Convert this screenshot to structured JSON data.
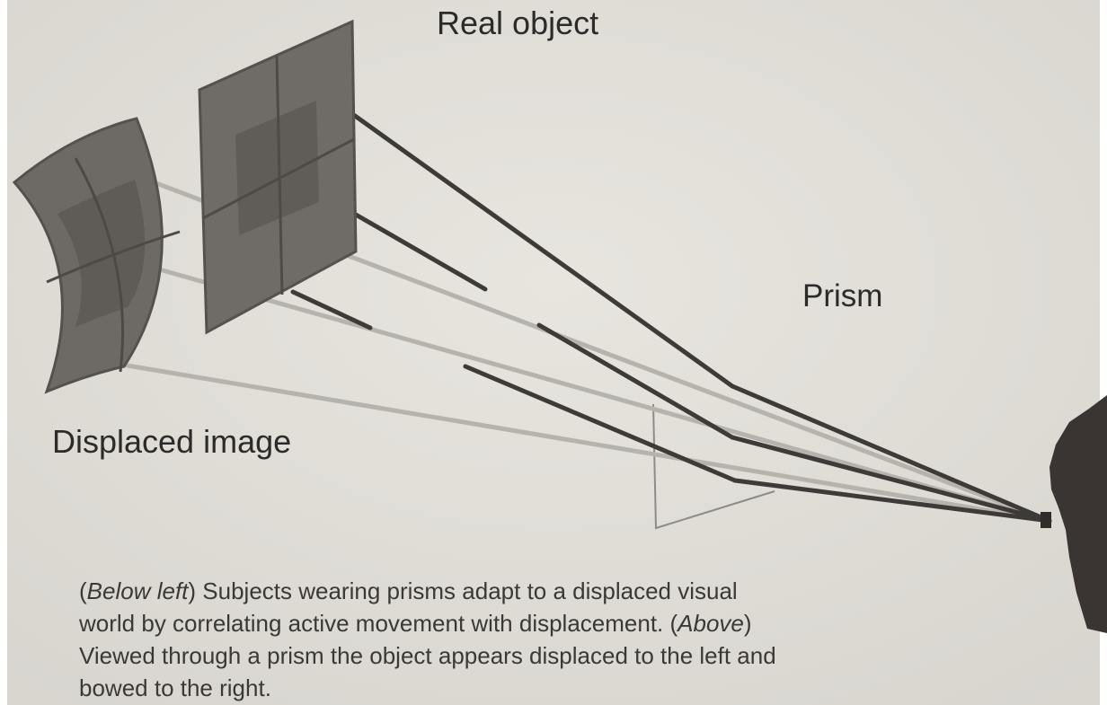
{
  "figure": {
    "label_real_object": "Real object",
    "label_prism": "Prism",
    "label_displaced_image": "Displaced image"
  },
  "caption": {
    "line1_italic_a": "Below left",
    "line1_text": ") Subjects wearing prisms adapt to a displaced visual",
    "line2_text": "world by correlating active movement with displacement. (",
    "line2_italic": "Above",
    "line2_close": ")",
    "line3_text": "Viewed through a prism the object appears displaced to the left and",
    "line4_text": "bowed to the right."
  },
  "colors": {
    "paper": "#e3e0da",
    "panel_fill": "#6d6a65",
    "panel_dark": "#55524e",
    "ray_dark": "#3d3a37",
    "ray_light": "#b6b3ad",
    "text": "#2c2b29"
  }
}
